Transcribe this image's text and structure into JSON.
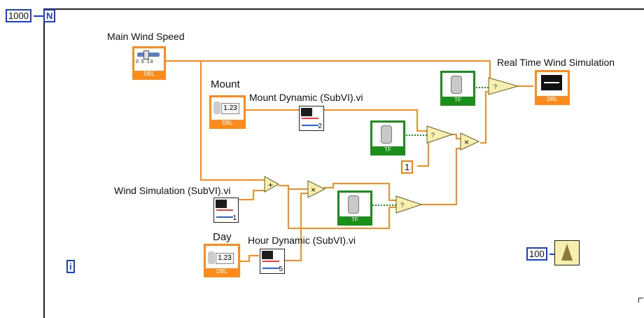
{
  "loop": {
    "count_constant": "1000",
    "count_terminal": "N",
    "iteration_terminal": "i"
  },
  "controls": {
    "main_wind_speed": {
      "label": "Main Wind Speed",
      "scale": [
        "0",
        "5",
        "10"
      ],
      "type": "DBL"
    },
    "mount": {
      "label": "Mount",
      "display": "1.23",
      "type": "DBL"
    },
    "day": {
      "label": "Day",
      "display": "1.23",
      "type": "DBL"
    }
  },
  "subvis": {
    "mount_dynamic": {
      "label": "Mount Dynamic (SubVI).vi",
      "index": "2"
    },
    "wind_simulation": {
      "label": "Wind Simulation (SubVI).vi",
      "index": "1"
    },
    "hour_dynamic": {
      "label": "Hour Dynamic (SubVI).vi",
      "index": "5"
    }
  },
  "indicator": {
    "label": "Real Time Wind Simulation",
    "type": "DBL"
  },
  "constants": {
    "one": "1",
    "wait_ms": "100"
  },
  "operators": {
    "add": "+",
    "multiply": "×"
  },
  "switch_type": "TF",
  "colors": {
    "wire": "#ff8c1a",
    "bool_wire": "#1a8f1a",
    "loop_border": "#222222",
    "const_border": "#1a3fd6"
  }
}
